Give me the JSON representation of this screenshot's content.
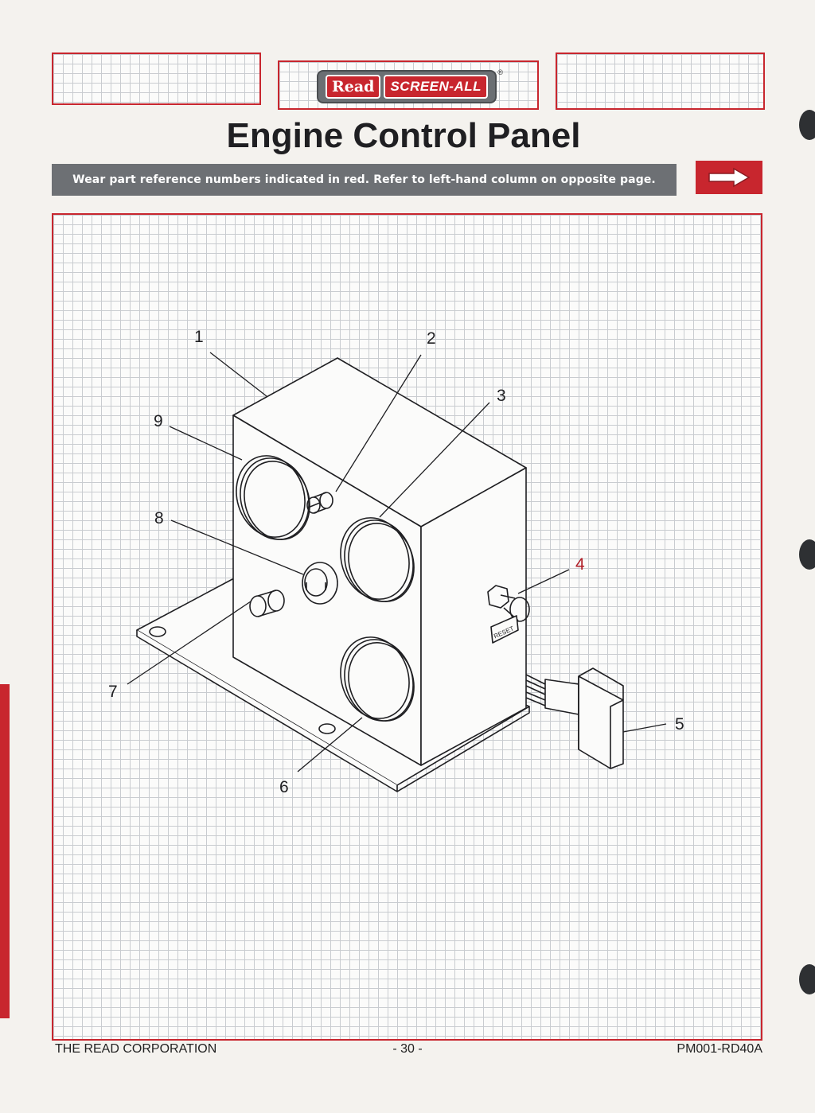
{
  "header": {
    "logo_read": "Read",
    "logo_screen_all": "SCREEN-ALL",
    "logo_reg": "®",
    "title": "Engine Control Panel"
  },
  "banner": {
    "text": "Wear part reference numbers indicated in red. Refer to left-hand column on opposite page."
  },
  "nav": {
    "next_icon": "arrow-right-icon"
  },
  "diagram": {
    "callouts": [
      {
        "id": "1",
        "label": "1",
        "wear_part": false
      },
      {
        "id": "2",
        "label": "2",
        "wear_part": false
      },
      {
        "id": "3",
        "label": "3",
        "wear_part": false
      },
      {
        "id": "4",
        "label": "4",
        "wear_part": true
      },
      {
        "id": "5",
        "label": "5",
        "wear_part": false
      },
      {
        "id": "6",
        "label": "6",
        "wear_part": false
      },
      {
        "id": "7",
        "label": "7",
        "wear_part": false
      },
      {
        "id": "8",
        "label": "8",
        "wear_part": false
      },
      {
        "id": "9",
        "label": "9",
        "wear_part": false
      }
    ],
    "reset_label": "RESET"
  },
  "footer": {
    "company": "THE READ CORPORATION",
    "page": "- 30 -",
    "doc_id": "PM001-RD40A"
  },
  "colors": {
    "accent_red": "#c8262e",
    "banner_gray": "#6d7074",
    "ink": "#1f1f22"
  }
}
